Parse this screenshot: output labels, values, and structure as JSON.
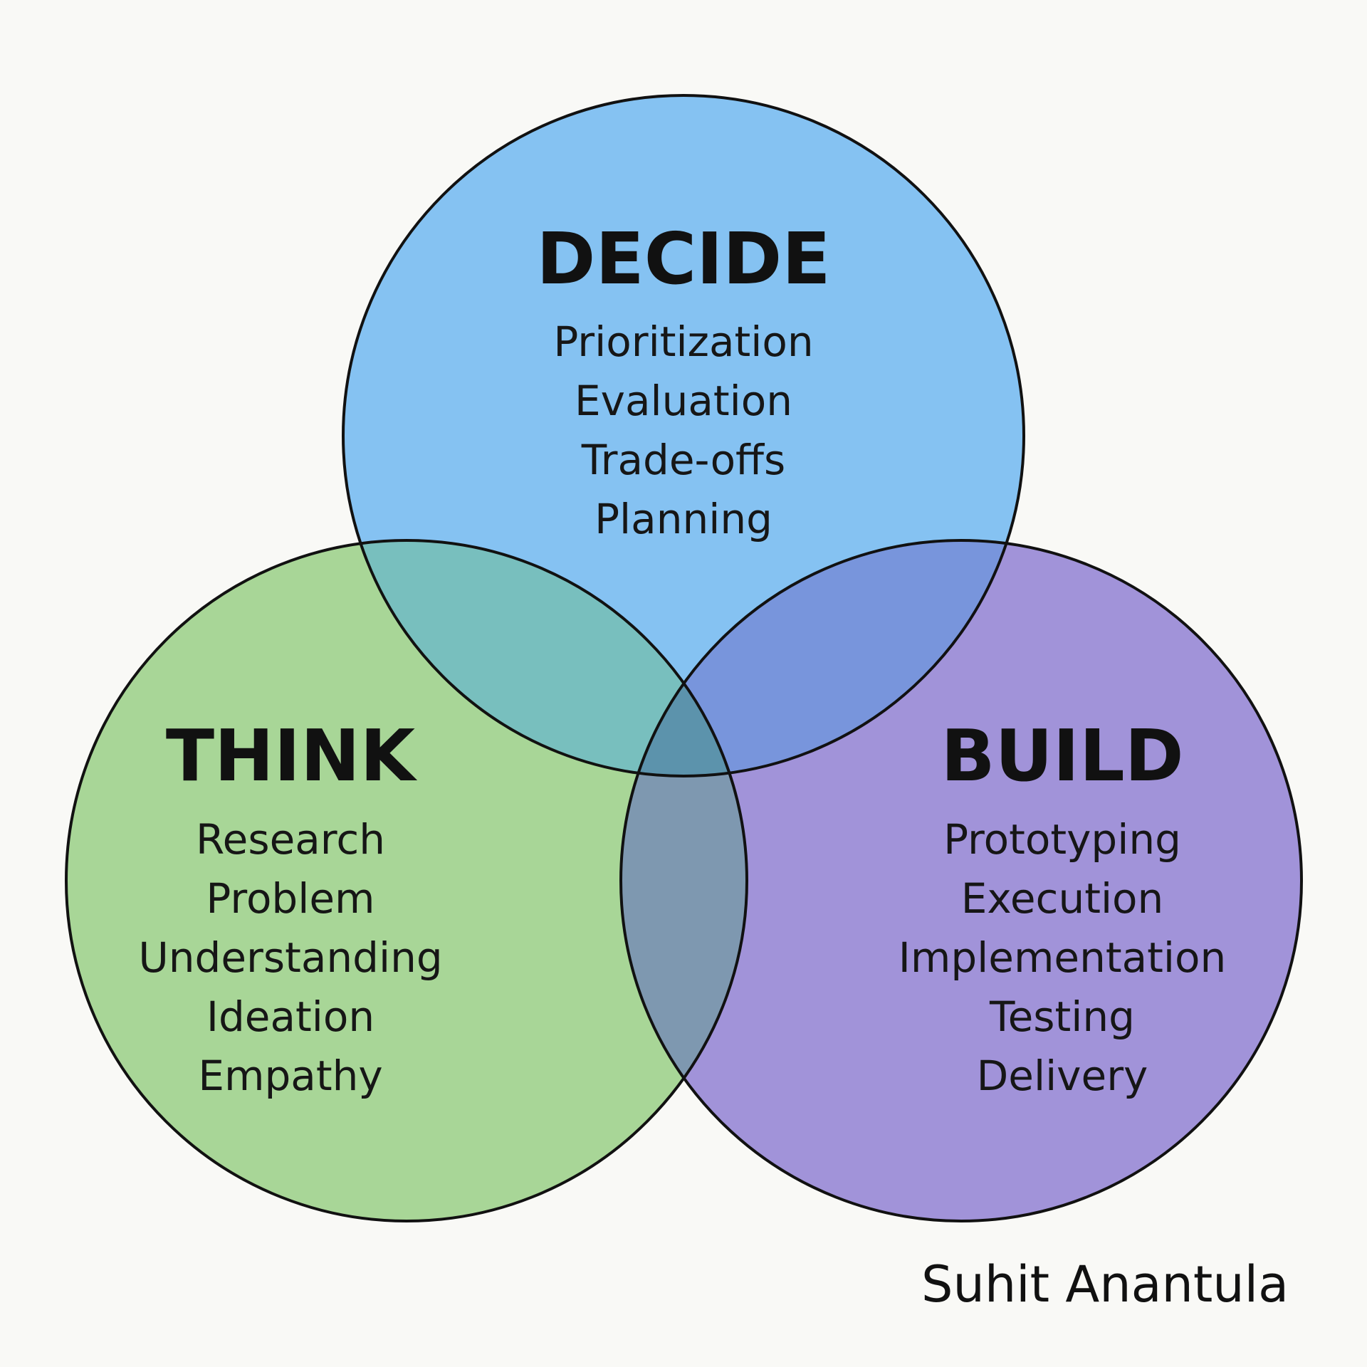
{
  "diagram": {
    "colors": {
      "background": "#f9f9f6",
      "decide": "#85c2f2",
      "think": "#a8d697",
      "build": "#a193d9",
      "decide_think": "#78bfbe",
      "decide_build": "#7895dc",
      "think_build": "#7e98b0",
      "center": "#5c93ac",
      "outline": "#111111"
    },
    "circles": [
      {
        "id": "decide",
        "title": "DECIDE",
        "items": [
          "Prioritization",
          "Evaluation",
          "Trade-offs",
          "Planning"
        ]
      },
      {
        "id": "think",
        "title": "THINK",
        "items": [
          "Research",
          "Problem",
          "Understanding",
          "Ideation",
          "Empathy"
        ]
      },
      {
        "id": "build",
        "title": "BUILD",
        "items": [
          "Prototyping",
          "Execution",
          "Implementation",
          "Testing",
          "Delivery"
        ]
      }
    ],
    "author": "Suhit Anantula"
  }
}
